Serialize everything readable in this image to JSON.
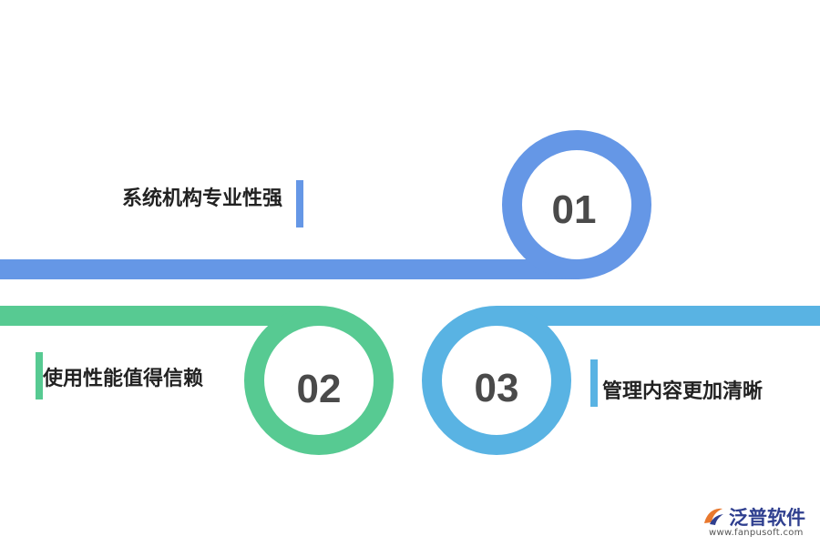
{
  "colors": {
    "blue": "#6597E6",
    "green": "#57CA92",
    "sky": "#59B3E3",
    "number_text": "#4a4a4a",
    "label_text": "#222222"
  },
  "steps": [
    {
      "number": "01",
      "label": "系统机构专业性强",
      "color": "#6597E6"
    },
    {
      "number": "02",
      "label": "使用性能值得信赖",
      "color": "#57CA92"
    },
    {
      "number": "03",
      "label": "管理内容更加清晰",
      "color": "#59B3E3"
    }
  ],
  "logo": {
    "name": "泛普软件",
    "url": "www.fanpusoft.com",
    "icon": "fanpu-logo-icon"
  }
}
